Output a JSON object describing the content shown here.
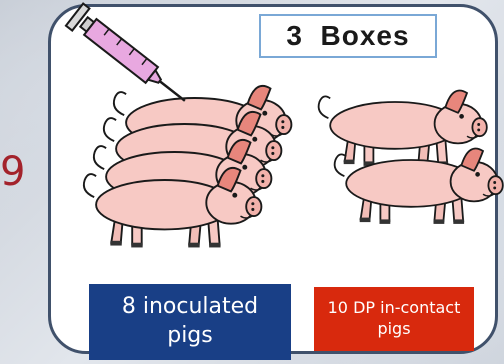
{
  "box_label": "3  Boxes",
  "side_number": "9",
  "inoculated_label": "8 inoculated pigs",
  "contact_label": "10 DP  in-contact pigs",
  "icons": [
    "syringe-icon",
    "pig-icon"
  ],
  "colors": {
    "inoculated_box": "#193f86",
    "contact_box": "#d8290d",
    "pig_body": "#f7c9c4",
    "syringe_barrel": "#e8a8e0",
    "side_number": "#a3222b"
  }
}
